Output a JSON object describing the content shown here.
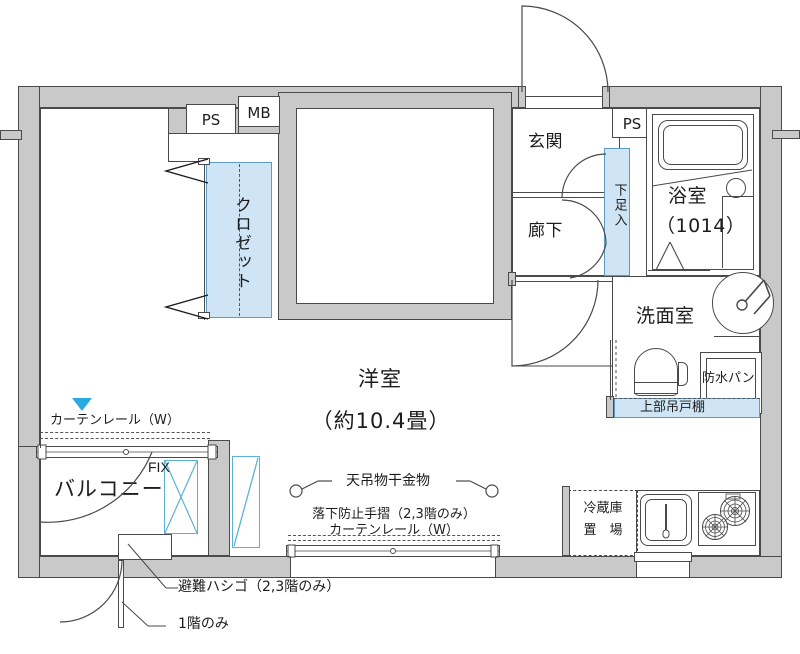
{
  "plan": {
    "type": "floor-plan",
    "rooms": [
      {
        "key": "main_room",
        "label": "洋室",
        "sublabel": "（約10.4畳）"
      },
      {
        "key": "closet",
        "label": "クロゼット"
      },
      {
        "key": "genkan",
        "label": "玄関"
      },
      {
        "key": "corridor",
        "label": "廊下"
      },
      {
        "key": "shoe_cabinet",
        "label": "下足入"
      },
      {
        "key": "bathroom",
        "label": "浴室",
        "sublabel": "（1014）"
      },
      {
        "key": "washroom",
        "label": "洗面室"
      },
      {
        "key": "balcony",
        "label": "バルコニー"
      }
    ],
    "fixtures": [
      {
        "key": "waterproof_pan",
        "label": "防水パン"
      },
      {
        "key": "upper_cabinet",
        "label": "上部吊戸棚"
      },
      {
        "key": "fridge_space",
        "label": "冷蔵庫",
        "label2": "置　場"
      },
      {
        "key": "fix_window",
        "label": "FIX"
      },
      {
        "key": "ps_left",
        "label": "PS"
      },
      {
        "key": "ps_right",
        "label": "PS"
      },
      {
        "key": "mb",
        "label": "MB"
      }
    ],
    "annotations": [
      {
        "key": "curtain_rail_balcony",
        "label": "カーテンレール（W）"
      },
      {
        "key": "ceiling_laundry_hanger",
        "label": "天吊物干金物"
      },
      {
        "key": "fall_prevention_rail",
        "label": "落下防止手摺（2,3階のみ）"
      },
      {
        "key": "curtain_rail_room",
        "label": "カーテンレール（W）"
      },
      {
        "key": "escape_ladder",
        "label": "避難ハシゴ（2,3階のみ）"
      },
      {
        "key": "first_floor_only",
        "label": "1階のみ"
      }
    ],
    "colors": {
      "wall_fill": "#c9c9c9",
      "wall_stroke": "#4a4a4a",
      "highlight_fill": "#cfe5f5",
      "highlight_stroke": "#5b9bc4",
      "window_stroke": "#5cb2d6",
      "marker_triangle": "#29abe2",
      "background": "#ffffff"
    }
  }
}
